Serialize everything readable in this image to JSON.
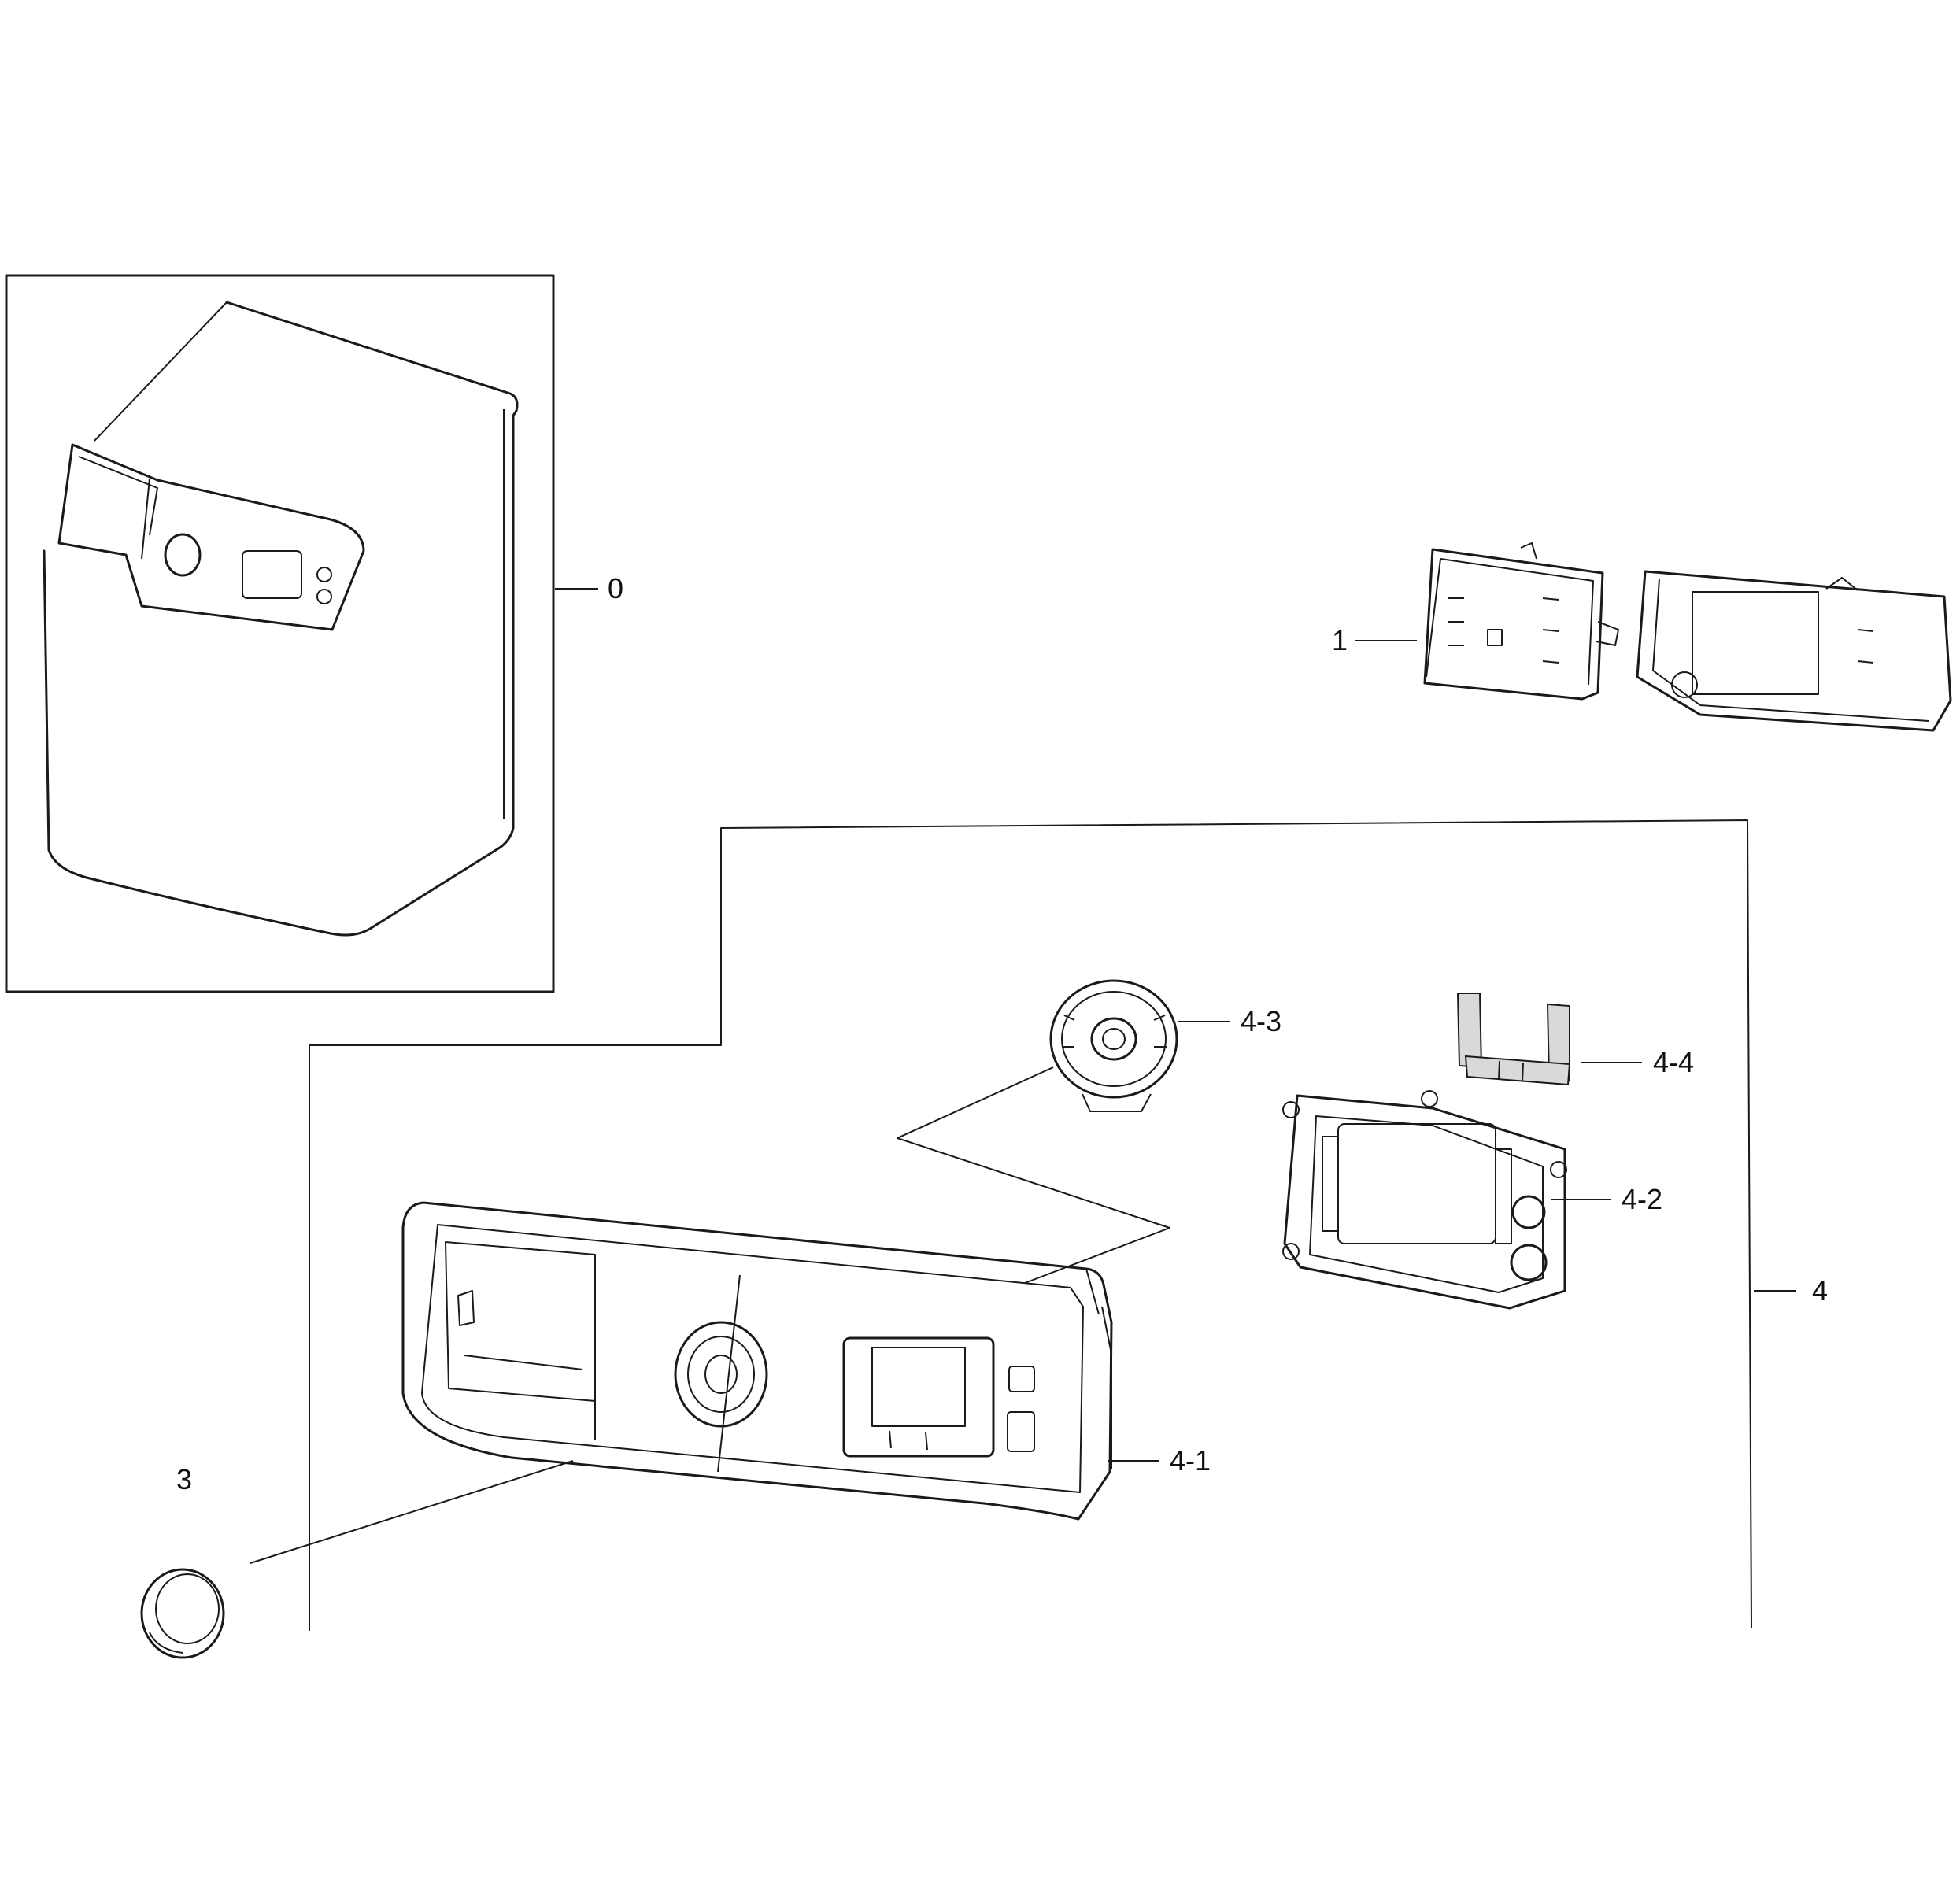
{
  "callouts": {
    "c0": "0",
    "c1": "1",
    "c3": "3",
    "c4": "4",
    "c41": "4-1",
    "c42": "4-2",
    "c43": "4-3",
    "c44": "4-4"
  }
}
